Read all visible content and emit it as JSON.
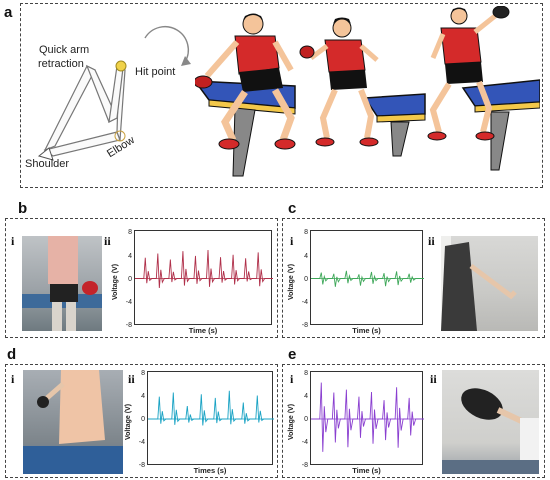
{
  "panels": {
    "a": {
      "label": "a"
    },
    "b": {
      "label": "b",
      "sub_i": "i",
      "sub_ii": "ii"
    },
    "c": {
      "label": "c",
      "sub_i": "i",
      "sub_ii": "ii"
    },
    "d": {
      "label": "d",
      "sub_i": "i",
      "sub_ii": "ii"
    },
    "e": {
      "label": "e",
      "sub_i": "i",
      "sub_ii": "ii"
    }
  },
  "arm_diagram": {
    "quick_arm": "Quick arm",
    "retraction": "retraction",
    "hit_point": "Hit point",
    "shoulder": "Shoulder",
    "elbow": "Elbow"
  },
  "colors": {
    "b_signal": "#b0304a",
    "c_signal": "#3fa85a",
    "d_signal": "#1aa3c4",
    "e_signal": "#8a3fd0",
    "table_blue": "#3355b8",
    "shirt_red": "#d42a2a"
  },
  "chart_data": [
    {
      "panel": "b",
      "type": "line",
      "ylabel": "Voltage (V)",
      "xlabel": "Time (s)",
      "ylim": [
        -8,
        8
      ],
      "yticks": [
        "8",
        "4",
        "0",
        "-4",
        "-8"
      ],
      "grid": false,
      "peaks": [
        3.5,
        4.2,
        3.2,
        4.6,
        3.8,
        4.8,
        3.6,
        4.0,
        3.4,
        4.4
      ],
      "troughs": [
        -0.8,
        -1.6,
        -0.6,
        -1.2,
        -0.9,
        -1.4,
        -0.7,
        -1.0,
        -0.5,
        -1.3
      ]
    },
    {
      "panel": "c",
      "type": "line",
      "ylabel": "Voltage (V)",
      "xlabel": "Time (s)",
      "ylim": [
        -8,
        8
      ],
      "yticks": [
        "8",
        "4",
        "0",
        "-4",
        "-8"
      ],
      "grid": false,
      "peaks": [
        1.0,
        0.8,
        1.3,
        0.7,
        1.1,
        0.9,
        1.2,
        0.8
      ],
      "troughs": [
        -1.0,
        -1.4,
        -0.8,
        -1.2,
        -0.9,
        -1.3,
        -1.1,
        -0.7
      ]
    },
    {
      "panel": "d",
      "type": "line",
      "ylabel": "Voltage (V)",
      "xlabel": "Times (s)",
      "ylim": [
        -8,
        8
      ],
      "yticks": [
        "8",
        "4",
        "0",
        "-4",
        "-8"
      ],
      "grid": false,
      "peaks": [
        3.8,
        4.5,
        2.2,
        4.2,
        3.6,
        4.8,
        2.8,
        4.0
      ],
      "troughs": [
        -0.8,
        -1.0,
        -0.6,
        -1.1,
        -0.7,
        -0.9,
        -0.8,
        -0.6
      ]
    },
    {
      "panel": "e",
      "type": "line",
      "ylabel": "Voltage (V)",
      "xlabel": "Time (s)",
      "ylim": [
        -8,
        8
      ],
      "yticks": [
        "8",
        "4",
        "0",
        "-4",
        "-8"
      ],
      "grid": false,
      "peaks": [
        6.2,
        4.5,
        5.0,
        3.8,
        4.6,
        3.2,
        5.4,
        3.6
      ],
      "troughs": [
        -5.6,
        -4.0,
        -4.8,
        -3.2,
        -4.2,
        -3.6,
        -4.9,
        -2.8
      ]
    }
  ]
}
